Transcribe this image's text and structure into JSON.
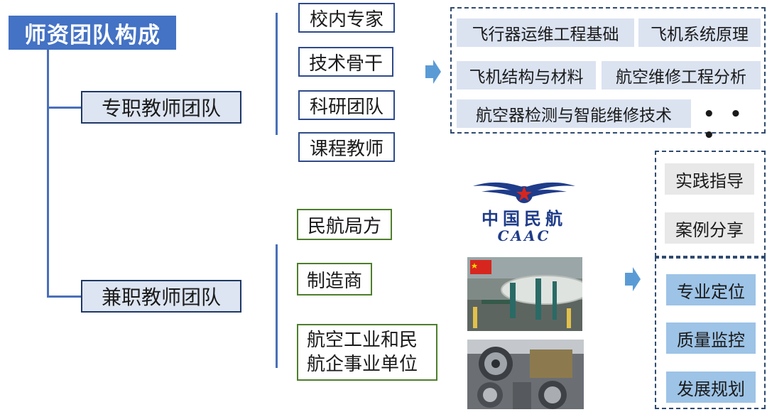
{
  "title": "师资团队构成",
  "teams": {
    "fulltime": "专职教师团队",
    "parttime": "兼职教师团队"
  },
  "fulltime_items": [
    "校内专家",
    "技术骨干",
    "科研团队",
    "课程教师"
  ],
  "parttime_items": [
    "民航局方",
    "制造商",
    "航空工业和民航企事业单位"
  ],
  "courses": [
    "飞行器运维工程基础",
    "飞机系统原理",
    "飞机结构与材料",
    "航空维修工程分析",
    "航空器检测与智能维修技术"
  ],
  "courses_more": "• • •",
  "roles_upper": [
    "实践指导",
    "案例分享"
  ],
  "roles_lower": [
    "专业定位",
    "质量监控",
    "发展规划"
  ],
  "logo": {
    "chinese": "中国民航",
    "english": "CAAC"
  },
  "colors": {
    "title_bg": "#4472c4",
    "team_bg": "#dde4f2",
    "course_bg": "#dbe3f1",
    "arrow": "#5b9bd5",
    "role_blue": "#9dc3e6",
    "green_border": "#4e7e2c"
  },
  "icons": [
    "right-arrow-icon",
    "caac-logo",
    "flag-icon"
  ]
}
